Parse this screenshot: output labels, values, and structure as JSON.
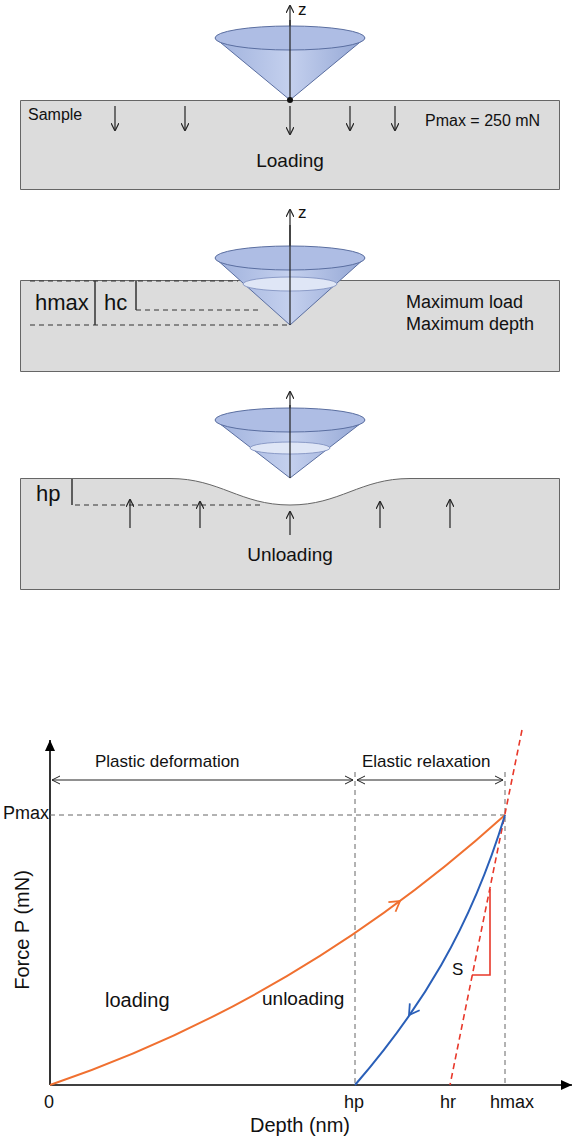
{
  "diagram": {
    "nodes": [
      {
        "text": [
          "Sample",
          "Pmax = 250 mN",
          "Loading"
        ]
      },
      {
        "text": [
          "Maximum load Maximum depth"
        ]
      },
      {
        "text": [
          "Unloading"
        ]
      }
    ],
    "labels": [
      "z",
      "z",
      "hmax",
      "hc",
      "hp",
      "Plastic deformation",
      "Elastic relaxation",
      "Pmax",
      "Force P (mN)",
      "loading",
      "unloading",
      "S",
      "0",
      "hp",
      "hr",
      "hmax",
      "Depth (nm)"
    ]
  }
}
